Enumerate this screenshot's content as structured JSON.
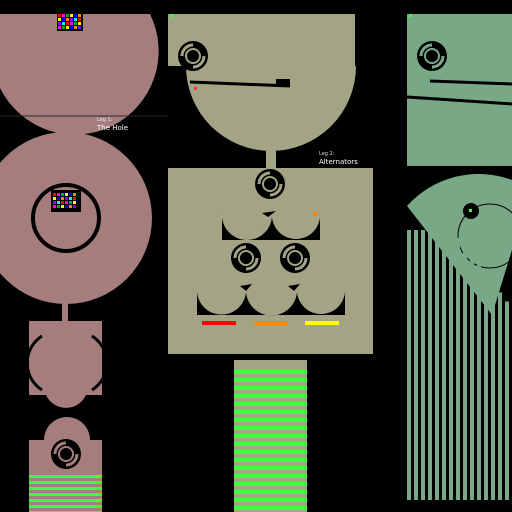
{
  "legs": [
    {
      "number_label": "Leg 1:",
      "title": "The Hole"
    },
    {
      "number_label": "Leg 2:",
      "title": "Alternators"
    }
  ],
  "colors": {
    "background": "#000000",
    "leg1_fill": "#a57d7d",
    "leg2_fill": "#a3a385",
    "leg3_fill": "#79a887",
    "green_stripe": "#3dff3d",
    "red_bar": "#ff0000",
    "orange_bar": "#ff8800",
    "yellow_bar": "#ffff00",
    "marble_colors": [
      "#ff0000",
      "#ff00ff",
      "#00aa00",
      "#ffff00",
      "#0000ff",
      "#ff8800",
      "#8800ff",
      "#00ffff"
    ]
  },
  "icons": [
    "spinner-wheel-icon",
    "marble-icon",
    "finish-light-icon"
  ]
}
